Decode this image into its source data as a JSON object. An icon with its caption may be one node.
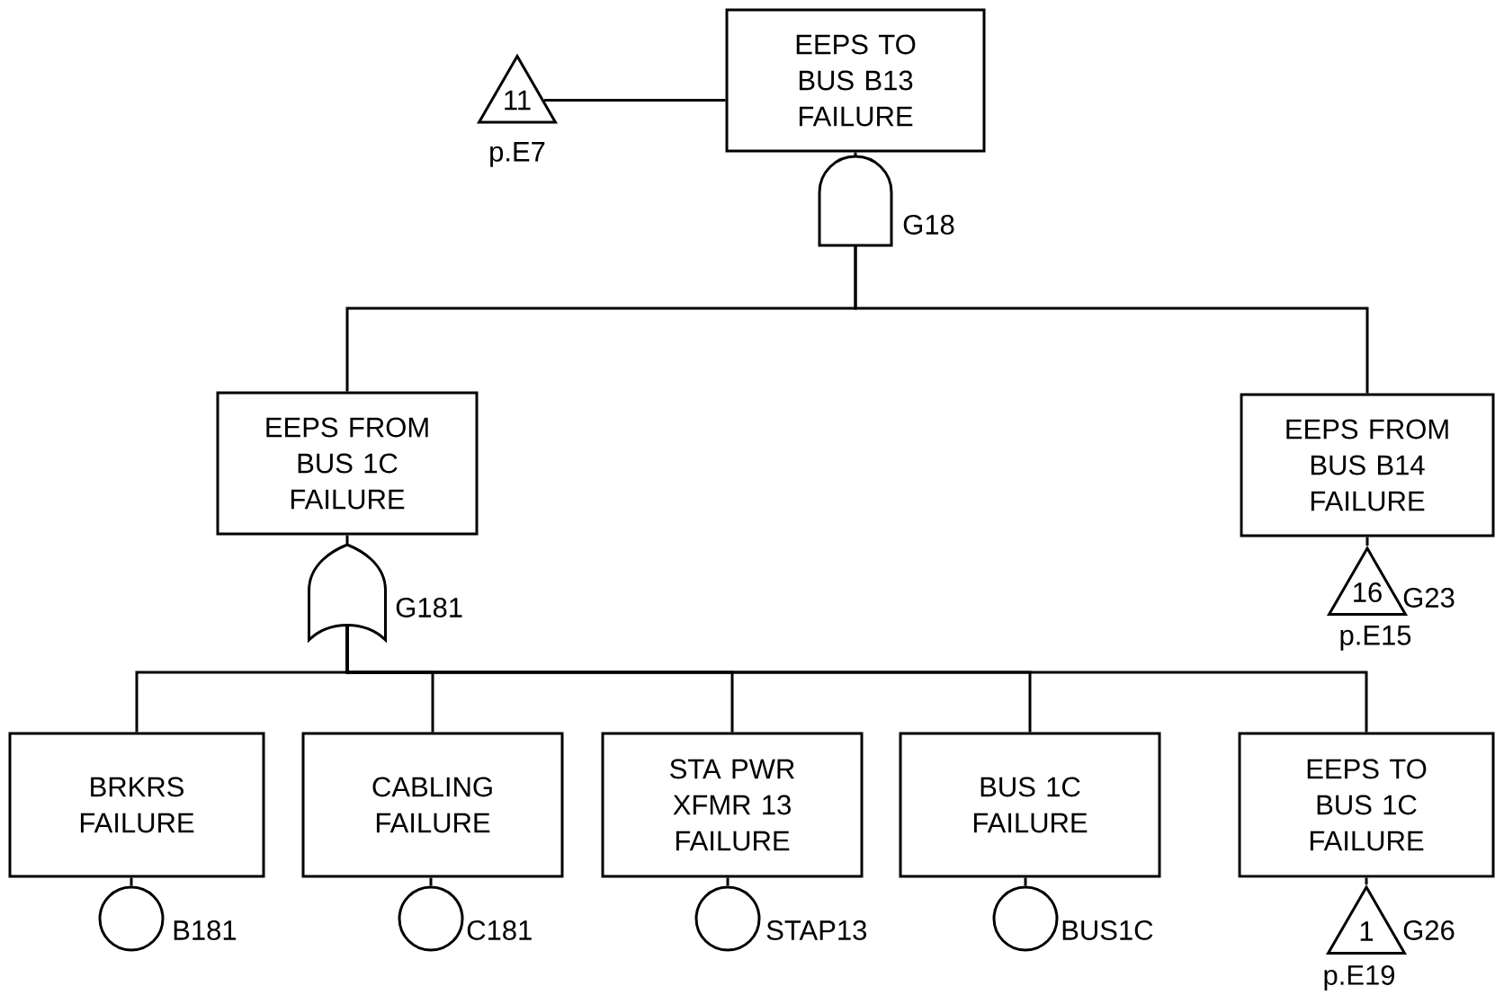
{
  "diagram": {
    "nodes": [
      {
        "text": [
          "EEPS TO BUS B13 FAILURE"
        ]
      },
      {
        "text": [
          "11"
        ],
        "beside": [
          "p.E7"
        ]
      },
      {
        "text": [],
        "shape": "gate",
        "beside": [
          "G18"
        ]
      },
      {
        "text": [
          "EEPS FROM BUS 1C FAILURE"
        ]
      },
      {
        "text": [
          "EEPS FROM BUS B14 FAILURE"
        ]
      },
      {
        "text": [],
        "shape": "gate",
        "beside": [
          "G181"
        ]
      },
      {
        "text": [
          "16"
        ],
        "beside": [
          "G23",
          "p.E15"
        ]
      },
      {
        "text": [
          "BRKRS FAILURE"
        ]
      },
      {
        "text": [
          "CABLING FAILURE"
        ]
      },
      {
        "text": [
          "STA PWR XFMR 13 FAILURE"
        ]
      },
      {
        "text": [
          "BUS 1C FAILURE"
        ]
      },
      {
        "text": [
          "EEPS TO BUS 1C FAILURE"
        ]
      },
      {
        "text": [],
        "shape": "circle",
        "beside": [
          "B181"
        ]
      },
      {
        "text": [],
        "shape": "circle",
        "beside": [
          "C181"
        ]
      },
      {
        "text": [],
        "shape": "circle",
        "beside": [
          "STAP13"
        ]
      },
      {
        "text": [],
        "shape": "circle",
        "beside": [
          "BUS1C"
        ]
      },
      {
        "text": [
          "1"
        ],
        "beside": [
          "G26",
          "p.E19"
        ]
      }
    ],
    "edges": [
      {
        "from": 1,
        "to": 0,
        "arrow": "none"
      },
      {
        "from": 0,
        "to": 2,
        "arrow": "none"
      },
      {
        "from": 2,
        "to": 3,
        "arrow": "none"
      },
      {
        "from": 2,
        "to": 4,
        "arrow": "none"
      },
      {
        "from": 3,
        "to": 5,
        "arrow": "none"
      },
      {
        "from": 4,
        "to": 6,
        "arrow": "none"
      },
      {
        "from": 5,
        "to": 7,
        "arrow": "none"
      },
      {
        "from": 5,
        "to": 8,
        "arrow": "none"
      },
      {
        "from": 5,
        "to": 9,
        "arrow": "none"
      },
      {
        "from": 5,
        "to": 10,
        "arrow": "none"
      },
      {
        "from": 5,
        "to": 11,
        "arrow": "none"
      },
      {
        "from": 7,
        "to": 12,
        "arrow": "none"
      },
      {
        "from": 8,
        "to": 13,
        "arrow": "none"
      },
      {
        "from": 9,
        "to": 14,
        "arrow": "none"
      },
      {
        "from": 10,
        "to": 15,
        "arrow": "none"
      },
      {
        "from": 11,
        "to": 16,
        "arrow": "none"
      }
    ]
  }
}
